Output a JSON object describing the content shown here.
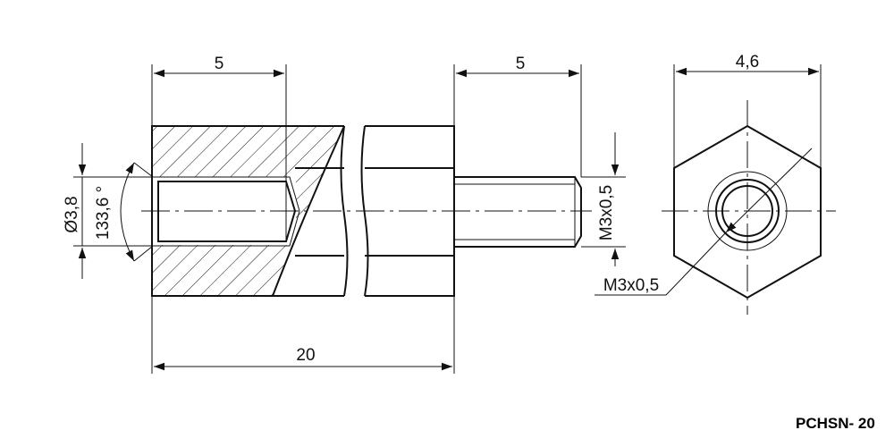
{
  "drawing": {
    "dimensions": {
      "internal_thread_depth": "5",
      "external_thread_length": "5",
      "width_across_flats": "4,6",
      "overall_length": "20",
      "bore_diameter": "Ø3,8",
      "countersink_angle": "133,6 °",
      "external_thread": "M3x0,5",
      "internal_thread": "M3x0,5"
    },
    "part_code": "PCHSN- 20"
  }
}
